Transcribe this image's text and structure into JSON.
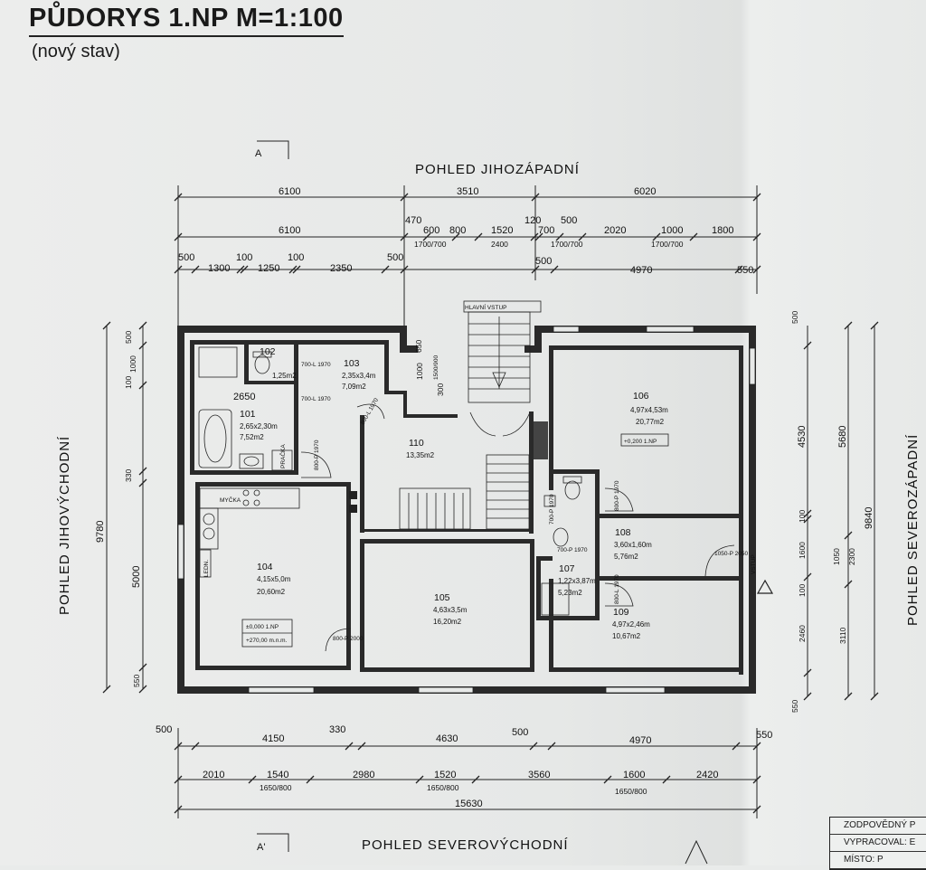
{
  "title": "PŮDORYS 1.NP M=1:100",
  "subtitle": "(nový stav)",
  "section_labels": {
    "top": "A",
    "bottom": "A'"
  },
  "views": {
    "top": "POHLED JIHOZÁPADNÍ",
    "bottom": "POHLED SEVEROVÝCHODNÍ",
    "left": "POHLED JIHOVÝCHODNÍ",
    "right": "POHLED SEVEROZÁPADNÍ"
  },
  "entrance_label": "HLAVNÍ VSTUP",
  "entry_label_right": "VSTUP",
  "dims_top": {
    "row1": [
      "6100",
      "3510",
      "6020"
    ],
    "row2": [
      "6100",
      "470",
      "600",
      "800",
      "1520",
      "120",
      "700",
      "500",
      "2020",
      "1000",
      "1800"
    ],
    "row2_sub": [
      "1700/700",
      "2400",
      "1700/700",
      "1700/700"
    ],
    "row3": [
      "500",
      "1300",
      "100",
      "1250",
      "100",
      "2350",
      "500",
      "500",
      "4970",
      "550"
    ]
  },
  "dims_bottom": {
    "row1": [
      "500",
      "4150",
      "330",
      "4630",
      "500",
      "4970",
      "550"
    ],
    "row2": [
      "2010",
      "1540",
      "2980",
      "1520",
      "3560",
      "1600",
      "2420"
    ],
    "row2_sub": [
      "1650/800",
      "1650/800",
      "1650/800"
    ],
    "total": "15630"
  },
  "dims_left": {
    "total": "9780",
    "parts": [
      "500",
      "1000",
      "100",
      "330",
      "5000",
      "550"
    ]
  },
  "dims_right": {
    "inner": [
      "500",
      "4530",
      "100",
      "1600",
      "100",
      "2460",
      "550"
    ],
    "mid": [
      "5680",
      "1050",
      "2300",
      "3110"
    ],
    "outer": "9840"
  },
  "dims_misc": [
    "650",
    "1000",
    "1500/900",
    "300",
    "2650"
  ],
  "rooms": [
    {
      "num": "101",
      "dims": "2,65x2,30m",
      "area": "7,52m2"
    },
    {
      "num": "102",
      "dims": "",
      "area": "1,25m2"
    },
    {
      "num": "103",
      "dims": "2,35x3,4m",
      "area": "7,09m2"
    },
    {
      "num": "104",
      "dims": "4,15x5,0m",
      "area": "20,60m2"
    },
    {
      "num": "105",
      "dims": "4,63x3,5m",
      "area": "16,20m2"
    },
    {
      "num": "106",
      "dims": "4,97x4,53m",
      "area": "20,77m2"
    },
    {
      "num": "107",
      "dims": "1,22x3,87m",
      "area": "5,23m2"
    },
    {
      "num": "108",
      "dims": "3,60x1,60m",
      "area": "5,76m2"
    },
    {
      "num": "109",
      "dims": "4,97x2,46m",
      "area": "10,67m2"
    },
    {
      "num": "110",
      "dims": "",
      "area": "13,35m2"
    }
  ],
  "level_marks": {
    "room104": "±0,000 1.NP",
    "room104_abs": "+270,00 m.n.m.",
    "room106": "+0,200 1.NP"
  },
  "fixtures": {
    "dishwasher": "MYČKA",
    "fridge": "LEDN.",
    "laundry": "PRAČKA"
  },
  "doors": [
    "700-L 1970",
    "700-L 1970",
    "800-L 1970",
    "800-P 1970",
    "800-P 2000",
    "700-P 1970",
    "800-P 1970",
    "800-L 1970",
    "1050-P 2050",
    "700-P 1970"
  ],
  "title_block": [
    "ZODPOVĚDNÝ P",
    "VYPRACOVAL: E",
    "MÍSTO:         P"
  ]
}
